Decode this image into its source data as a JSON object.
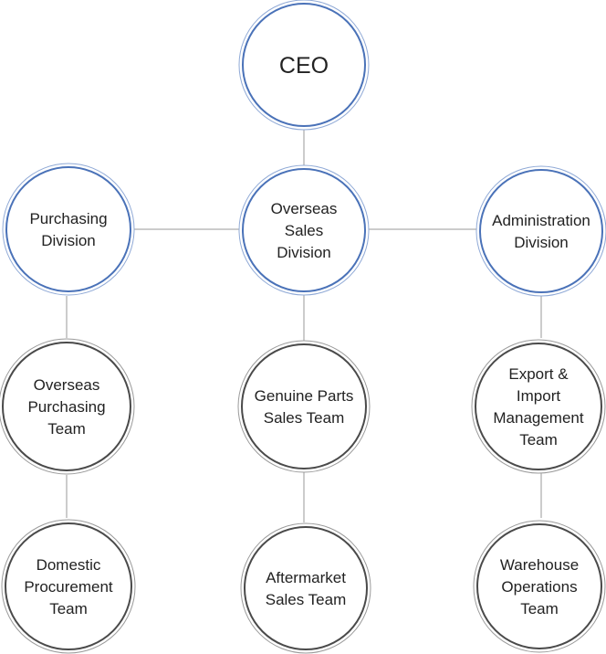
{
  "org_chart": {
    "colors": {
      "division_ring": "#4a72b8",
      "team_ring": "#4a4a4a",
      "connector": "#9a9a9a"
    },
    "nodes": {
      "ceo": {
        "lines": [
          "CEO"
        ]
      },
      "purchasing_division": {
        "lines": [
          "Purchasing",
          "Division"
        ]
      },
      "overseas_sales_division": {
        "lines": [
          "Overseas",
          "Sales",
          "Division"
        ]
      },
      "administration_division": {
        "lines": [
          "Administration",
          "Division"
        ]
      },
      "overseas_purchasing_team": {
        "lines": [
          "Overseas",
          "Purchasing",
          "Team"
        ]
      },
      "genuine_parts_sales_team": {
        "lines": [
          "Genuine Parts",
          "Sales Team"
        ]
      },
      "export_import_management_team": {
        "lines": [
          "Export &",
          "Import",
          "Management",
          "Team"
        ]
      },
      "domestic_procurement_team": {
        "lines": [
          "Domestic",
          "Procurement",
          "Team"
        ]
      },
      "aftermarket_sales_team": {
        "lines": [
          "Aftermarket",
          "Sales Team"
        ]
      },
      "warehouse_operations_team": {
        "lines": [
          "Warehouse",
          "Operations",
          "Team"
        ]
      }
    }
  }
}
